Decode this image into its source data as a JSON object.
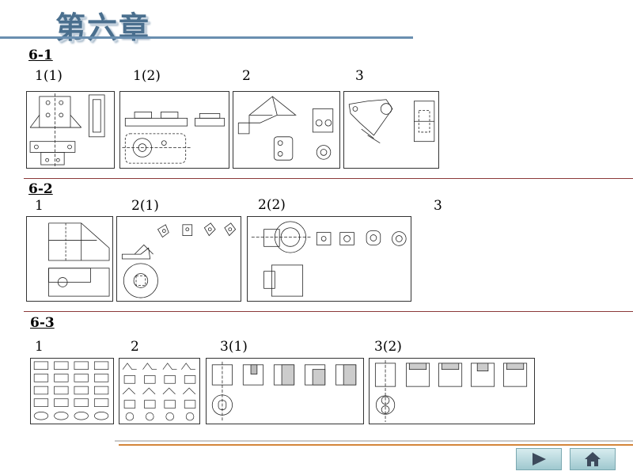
{
  "title": "第六章",
  "sections": [
    {
      "label": "6-1",
      "items": [
        {
          "label": "1(1)"
        },
        {
          "label": "1(2)"
        },
        {
          "label": "2"
        },
        {
          "label": "3"
        }
      ]
    },
    {
      "label": "6-2",
      "items": [
        {
          "label": "1"
        },
        {
          "label": "2(1)"
        },
        {
          "label": "2(2)"
        },
        {
          "label": "3"
        }
      ]
    },
    {
      "label": "6-3",
      "items": [
        {
          "label": "1"
        },
        {
          "label": "2"
        },
        {
          "label": "3(1)"
        },
        {
          "label": "3(2)"
        }
      ]
    }
  ],
  "nav": {
    "next_icon": "play-arrow-icon",
    "home_icon": "home-icon"
  },
  "colors": {
    "title": "#4a6f8e",
    "separator": "#8b3a3a",
    "accent_line": "#d4853a"
  }
}
